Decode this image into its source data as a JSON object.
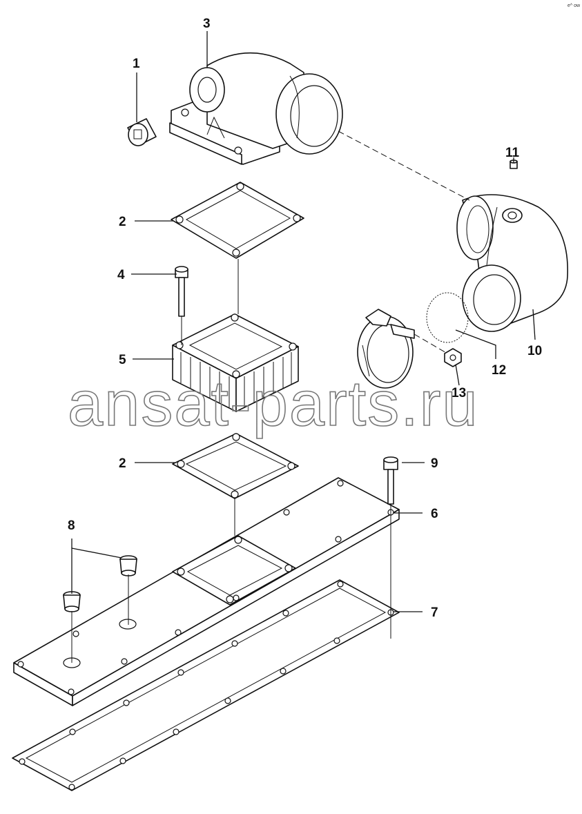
{
  "corner_mark": "e^ ow",
  "watermark": "ansat-parts.ru",
  "callouts": {
    "c1": "1",
    "c2a": "2",
    "c2b": "2",
    "c3": "3",
    "c4": "4",
    "c5": "5",
    "c6": "6",
    "c7": "7",
    "c8": "8",
    "c9": "9",
    "c10": "10",
    "c11": "11",
    "c12": "12",
    "c13": "13"
  }
}
